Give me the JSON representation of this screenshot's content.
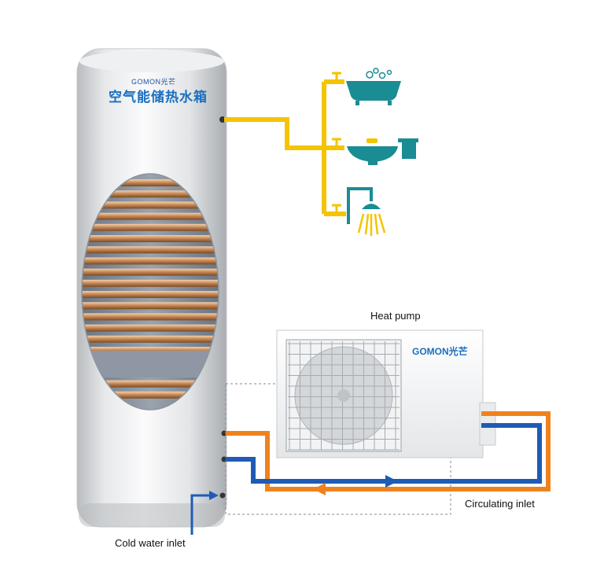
{
  "tank": {
    "brand": "GOMON光芒",
    "product_name": "空气能储热水箱"
  },
  "heat_pump": {
    "label": "Heat pump",
    "brand": "GOMON光芒"
  },
  "labels": {
    "cold_water_inlet": "Cold water inlet",
    "circulating_inlet": "Circulating inlet"
  },
  "fixtures": [
    "bathtub-icon",
    "washbasin-icon",
    "shower-icon"
  ],
  "colors": {
    "hot_water_pipe": "#F5C400",
    "hot_circulation_pipe": "#F0821E",
    "cold_circulation_pipe": "#1F5BB5",
    "cold_inlet_pipe": "#1F5BB5",
    "fixture_color": "#1A8C93",
    "copper_coil": "#C98A55"
  }
}
